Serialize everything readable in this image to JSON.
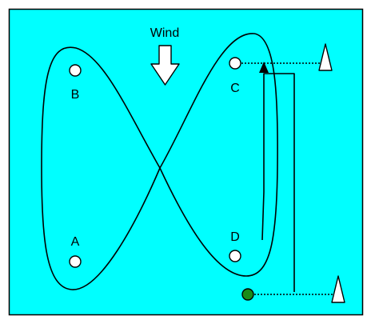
{
  "colors": {
    "background": "#00ffff",
    "border": "#000000",
    "course_line": "#000000",
    "mark_fill": "#ffffff",
    "start_mark": "#1a8c1a"
  },
  "wind": {
    "label": "Wind",
    "arrow": "down-arrow-icon"
  },
  "marks": [
    {
      "id": "A",
      "label": "A"
    },
    {
      "id": "B",
      "label": "B"
    },
    {
      "id": "C",
      "label": "C"
    },
    {
      "id": "D",
      "label": "D"
    }
  ],
  "buoys": [
    {
      "name": "top-buoy",
      "icon": "triangle-buoy-icon"
    },
    {
      "name": "bottom-buoy",
      "icon": "triangle-buoy-icon"
    }
  ],
  "start": {
    "icon": "start-point-icon"
  }
}
